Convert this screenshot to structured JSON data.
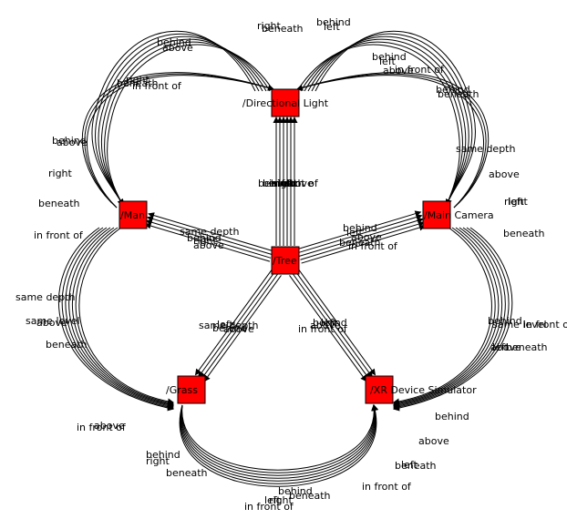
{
  "graph": {
    "node_fill": "#ff0000",
    "edge_color": "#000000",
    "nodes": [
      {
        "id": "light",
        "label": "/Directional Light"
      },
      {
        "id": "man",
        "label": "/Man"
      },
      {
        "id": "camera",
        "label": "/Main Camera"
      },
      {
        "id": "tree",
        "label": "/Tree"
      },
      {
        "id": "grass",
        "label": "/Grass"
      },
      {
        "id": "xr",
        "label": "/XR Device Simulator"
      }
    ],
    "edge_labels": {
      "tree_light": [
        "behind",
        "beneath",
        "in front of",
        "right",
        "left",
        "above"
      ],
      "tree_man": [
        "same depth",
        "behind",
        "right",
        "above"
      ],
      "tree_camera": [
        "behind",
        "left",
        "above",
        "beneath",
        "in front of"
      ],
      "tree_grass": [
        "same depth",
        "behind",
        "left",
        "above"
      ],
      "tree_xr": [
        "in front of",
        "above",
        "behind",
        "left"
      ],
      "light_man": [
        "behind",
        "above",
        "beneath",
        "right",
        "in front of"
      ],
      "light_camera": [
        "behind",
        "left",
        "above",
        "in front of"
      ],
      "light_top": [
        "behind",
        "left",
        "right",
        "beneath"
      ],
      "man_side": [
        "behind",
        "above",
        "right",
        "beneath",
        "in front of"
      ],
      "camera_side": [
        "behind",
        "beneath",
        "same depth",
        "above",
        "right",
        "left",
        "beneath"
      ],
      "man_grass_side": [
        "same depth",
        "same level",
        "above",
        "beneath"
      ],
      "camera_xr_side": [
        "behind",
        "same level",
        "in front of",
        "above",
        "left",
        "beneath"
      ],
      "grass_bottom": [
        "in front of",
        "above",
        "behind",
        "right",
        "beneath"
      ],
      "xr_bottom": [
        "behind",
        "above",
        "left",
        "beneath",
        "in front of"
      ],
      "bottom": [
        "behind",
        "beneath",
        "in front of",
        "left",
        "right"
      ]
    }
  }
}
